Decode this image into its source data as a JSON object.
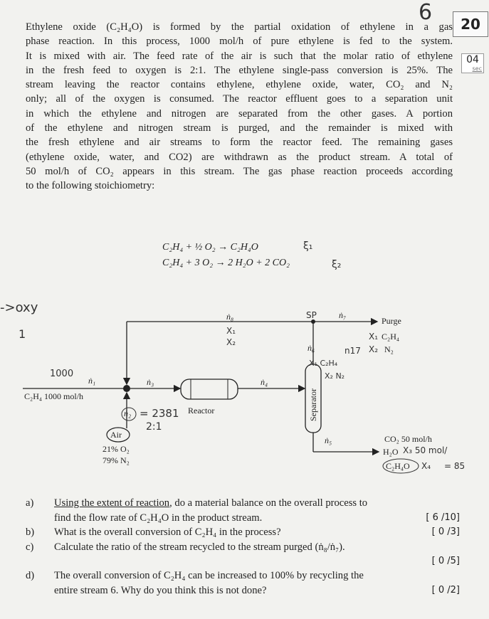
{
  "top": {
    "page_hand": "6",
    "score_total": "20",
    "timer_value": "04",
    "timer_unit": "sec"
  },
  "problem_lines": [
    "Ethylene oxide (C₂H₄O) is formed by the partial oxidation of ethylene in a gas",
    "phase reaction. In this process, 1000 mol/h of pure ethylene is fed to the system.",
    "It is mixed with air. The feed rate of the air is such that the molar ratio of ethylene",
    "in the fresh feed to oxygen is 2:1. The ethylene single-pass conversion is 25%. The",
    "stream leaving the reactor contains ethylene, ethylene oxide, water, CO₂ and N₂",
    "only; all of the oxygen is consumed. The reactor effluent goes to a separation unit",
    "in which the ethylene and nitrogen are separated from the other gases. A portion",
    "of the ethylene and nitrogen stream is purged, and the remainder is mixed with",
    "the fresh ethylene and air streams to form the reactor feed. The remaining gases",
    "(ethylene oxide, water, and CO2) are withdrawn as the product stream. A total of",
    "50 mol/h of CO₂ appears in this stream. The gas phase reaction proceeds according",
    "to the following stoichiometry:"
  ],
  "equations": [
    {
      "text": "C₂H₄ + ½ O₂ → C₂H₄O",
      "hand": "ξ₁"
    },
    {
      "text": "C₂H₄ + 3 O₂ → 2 H₂O + 2 CO₂",
      "hand": "ξ₂"
    }
  ],
  "diagram": {
    "feed_label": "C₂H₄ 1000 mol/h",
    "n1": "ṅ₁",
    "n2": "ṅ₂",
    "n3": "ṅ₃",
    "n4": "ṅ₄",
    "n5": "ṅ₅",
    "n6": "ṅ₆",
    "n7": "ṅ₇",
    "n8": "ṅ₈",
    "reactor": "Reactor",
    "separator": "Separator",
    "air": "Air",
    "air_o2": "21% O₂",
    "air_n2": "79% N₂",
    "purge": "Purge",
    "purge_c2h4": "C₂H₄",
    "purge_n2": "N₂",
    "prod_co2": "CO₂ 50 mol/h",
    "prod_h2o": "H₂O",
    "prod_c2h4o": "C₂H₄O",
    "hand_oxy": "->oxy",
    "hand_one": "1",
    "hand_1000": "1000",
    "hand_2381": "= 2381",
    "hand_ratio": "2:1",
    "hand_x1": "X₁",
    "hand_x2": "X₂",
    "hand_sp": "SP",
    "hand_x1c2h4": "X₁",
    "hand_n6mix": "X₁ C₂H₄",
    "hand_n17": "n17",
    "hand_x2n2": "X₂",
    "hand_x2n2b": "X₂ N₂",
    "hand_50mol": "X₃ 50 mol/",
    "hand_x4": "X₄",
    "hand_85": "= 85"
  },
  "questions": [
    {
      "letter": "a)",
      "underlined": "Using the extent of reaction",
      "rest": ", do a material balance on the overall process to",
      "line2": "find the flow rate of C₂H₄O in the product stream.",
      "mark": "[ 6 /10]"
    },
    {
      "letter": "b)",
      "text": "What is the overall conversion of C₂H₄ in the process?",
      "mark": "[ 0 /3]"
    },
    {
      "letter": "c)",
      "text": "Calculate the ratio of the stream recycled to the stream purged (ṅ₈/ṅ₇).",
      "mark": "[ 0 /5]"
    },
    {
      "letter": "d)",
      "text": "The overall conversion of C₂H₄ can be increased to 100% by recycling the",
      "line2": "entire stream 6. Why do you think this is not done?",
      "mark": "[ 0 /2]"
    }
  ]
}
